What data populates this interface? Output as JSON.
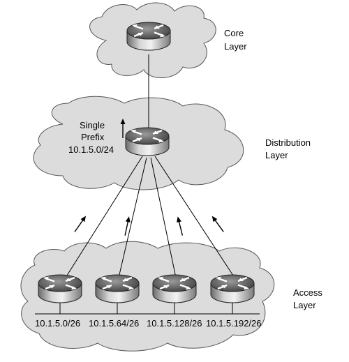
{
  "layers": {
    "core": {
      "line1": "Core",
      "line2": "Layer"
    },
    "distribution": {
      "line1": "Distribution",
      "line2": "Layer"
    },
    "access": {
      "line1": "Access",
      "line2": "Layer"
    }
  },
  "summary": {
    "line1": "Single",
    "line2": "Prefix",
    "prefix": "10.1.5.0/24"
  },
  "subnets": [
    "10.1.5.0/26",
    "10.1.5.64/26",
    "10.1.5.128/26",
    "10.1.5.192/26"
  ],
  "icons": {
    "router": "router-icon",
    "arrow": "up-arrow-icon",
    "cloud": "cloud-icon"
  },
  "colors": {
    "cloud_fill": "#dcdcdc",
    "cloud_stroke": "#555555",
    "line": "#000000"
  }
}
